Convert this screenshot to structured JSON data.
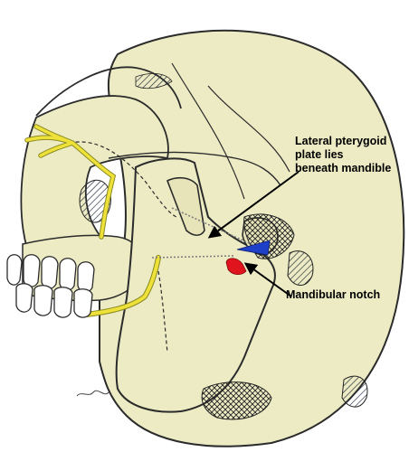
{
  "labels": {
    "lateral_pterygoid": [
      "Lateral pterygoid",
      "plate lies",
      "beneath mandible"
    ],
    "mandibular_notch": "Mandibular notch"
  },
  "colors": {
    "bone": "#ecebc4",
    "bone_shade": "#d9d6a8",
    "nerve": "#eee23a",
    "nerve_outline": "#8a8a20",
    "outline": "#2b2b2b",
    "needle_red": "#e0141c",
    "needle_blue": "#1e3fc8",
    "arrow": "#000000"
  }
}
